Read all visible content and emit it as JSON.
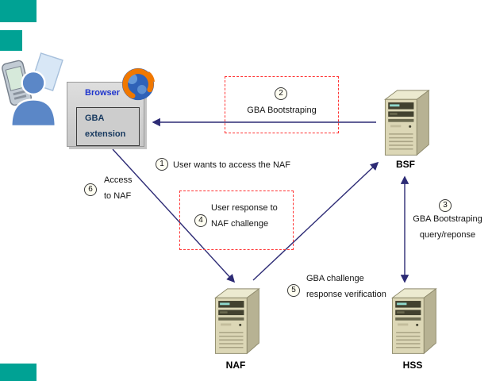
{
  "nodes": {
    "browser": {
      "title": "Browser",
      "gba_line1": "GBA",
      "gba_line2": "extension"
    },
    "bsf": {
      "label": "BSF"
    },
    "naf": {
      "label": "NAF"
    },
    "hss": {
      "label": "HSS"
    }
  },
  "steps": {
    "s1": {
      "num": "1",
      "text": "User wants to access the NAF"
    },
    "s2": {
      "num": "2",
      "text": "GBA Bootstraping"
    },
    "s3": {
      "num": "3",
      "line1": "GBA Bootstraping",
      "line2": "query/reponse"
    },
    "s4": {
      "num": "4",
      "line1": "User response to",
      "line2": "NAF challenge"
    },
    "s5": {
      "num": "5",
      "line1": "GBA challenge",
      "line2": "response verification"
    },
    "s6": {
      "num": "6",
      "line1": "Access",
      "line2": "to NAF"
    }
  },
  "icons": {
    "user": "user-with-phone-icon",
    "browser": "firefox-icon",
    "servers": "server-tower-icon"
  },
  "colors": {
    "arrow": "#2d2b75",
    "dashed_box_border": "#ff3333",
    "corner_accent": "#00a294",
    "browser_title": "#1f35cc",
    "gba_text": "#17395f",
    "server_body": "#dcd7b6"
  }
}
